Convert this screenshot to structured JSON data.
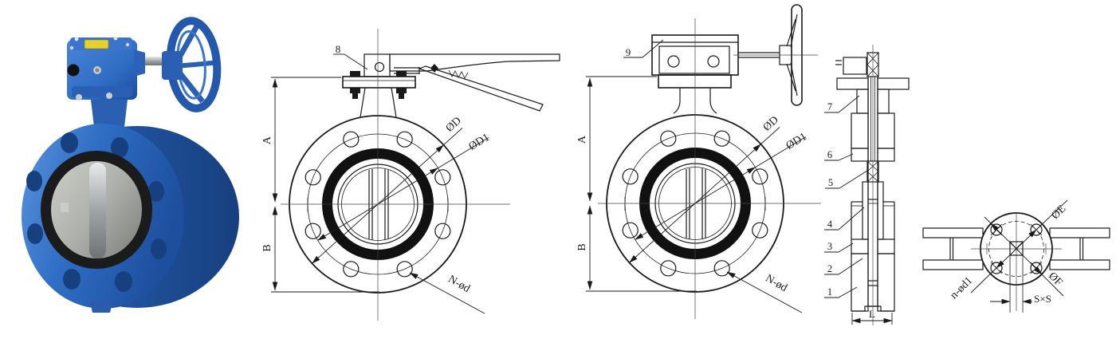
{
  "colors": {
    "drawing_line": "#1a1a1a",
    "valve_body_blue": "#2f6ec5",
    "valve_dark_blue": "#1d4f9e",
    "disc_silver": "#b9bab6",
    "seat_black": "#1b1b1b",
    "gear_label_yellow": "#e8d02c",
    "background": "#ffffff"
  },
  "front_view_lever": {
    "callout": "8",
    "dim_a": "A",
    "dim_b": "B",
    "dia_outer": "ØD",
    "dia_bolt_circle": "ØD1",
    "bolt_holes_note": "N-ød"
  },
  "front_view_gear": {
    "callout": "9",
    "dim_a": "A",
    "dim_b": "B",
    "dia_outer": "ØD",
    "dia_bolt_circle": "ØD1",
    "bolt_holes_note": "N-ød"
  },
  "section_view": {
    "part_callouts": [
      "1",
      "2",
      "3",
      "4",
      "5",
      "6",
      "7"
    ],
    "dim_length": "L"
  },
  "top_view": {
    "dia_bolt_circle": "ØE",
    "dia_flange": "ØF",
    "bolt_holes_note": "n-ød1",
    "stem_square": "S×S"
  }
}
